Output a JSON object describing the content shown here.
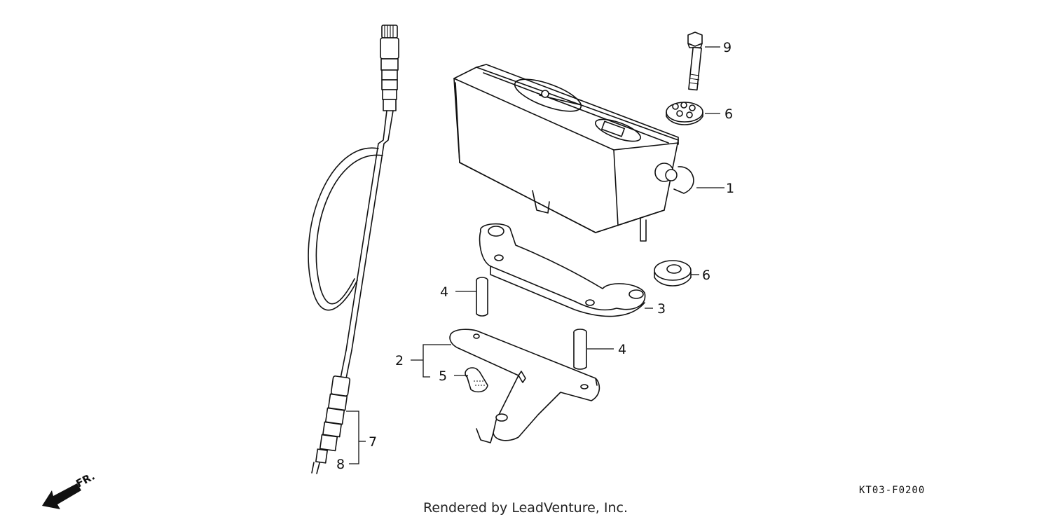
{
  "diagram": {
    "part_labels": [
      {
        "id": "1",
        "text": "1"
      },
      {
        "id": "2",
        "text": "2"
      },
      {
        "id": "3",
        "text": "3"
      },
      {
        "id": "4a",
        "text": "4"
      },
      {
        "id": "4b",
        "text": "4"
      },
      {
        "id": "5",
        "text": "5"
      },
      {
        "id": "6a",
        "text": "6"
      },
      {
        "id": "6b",
        "text": "6"
      },
      {
        "id": "7",
        "text": "7"
      },
      {
        "id": "8",
        "text": "8"
      },
      {
        "id": "9",
        "text": "9"
      }
    ],
    "direction_marker": "FR.",
    "diagram_code": "KT03-F0200",
    "credit": "Rendered by LeadVenture, Inc."
  }
}
